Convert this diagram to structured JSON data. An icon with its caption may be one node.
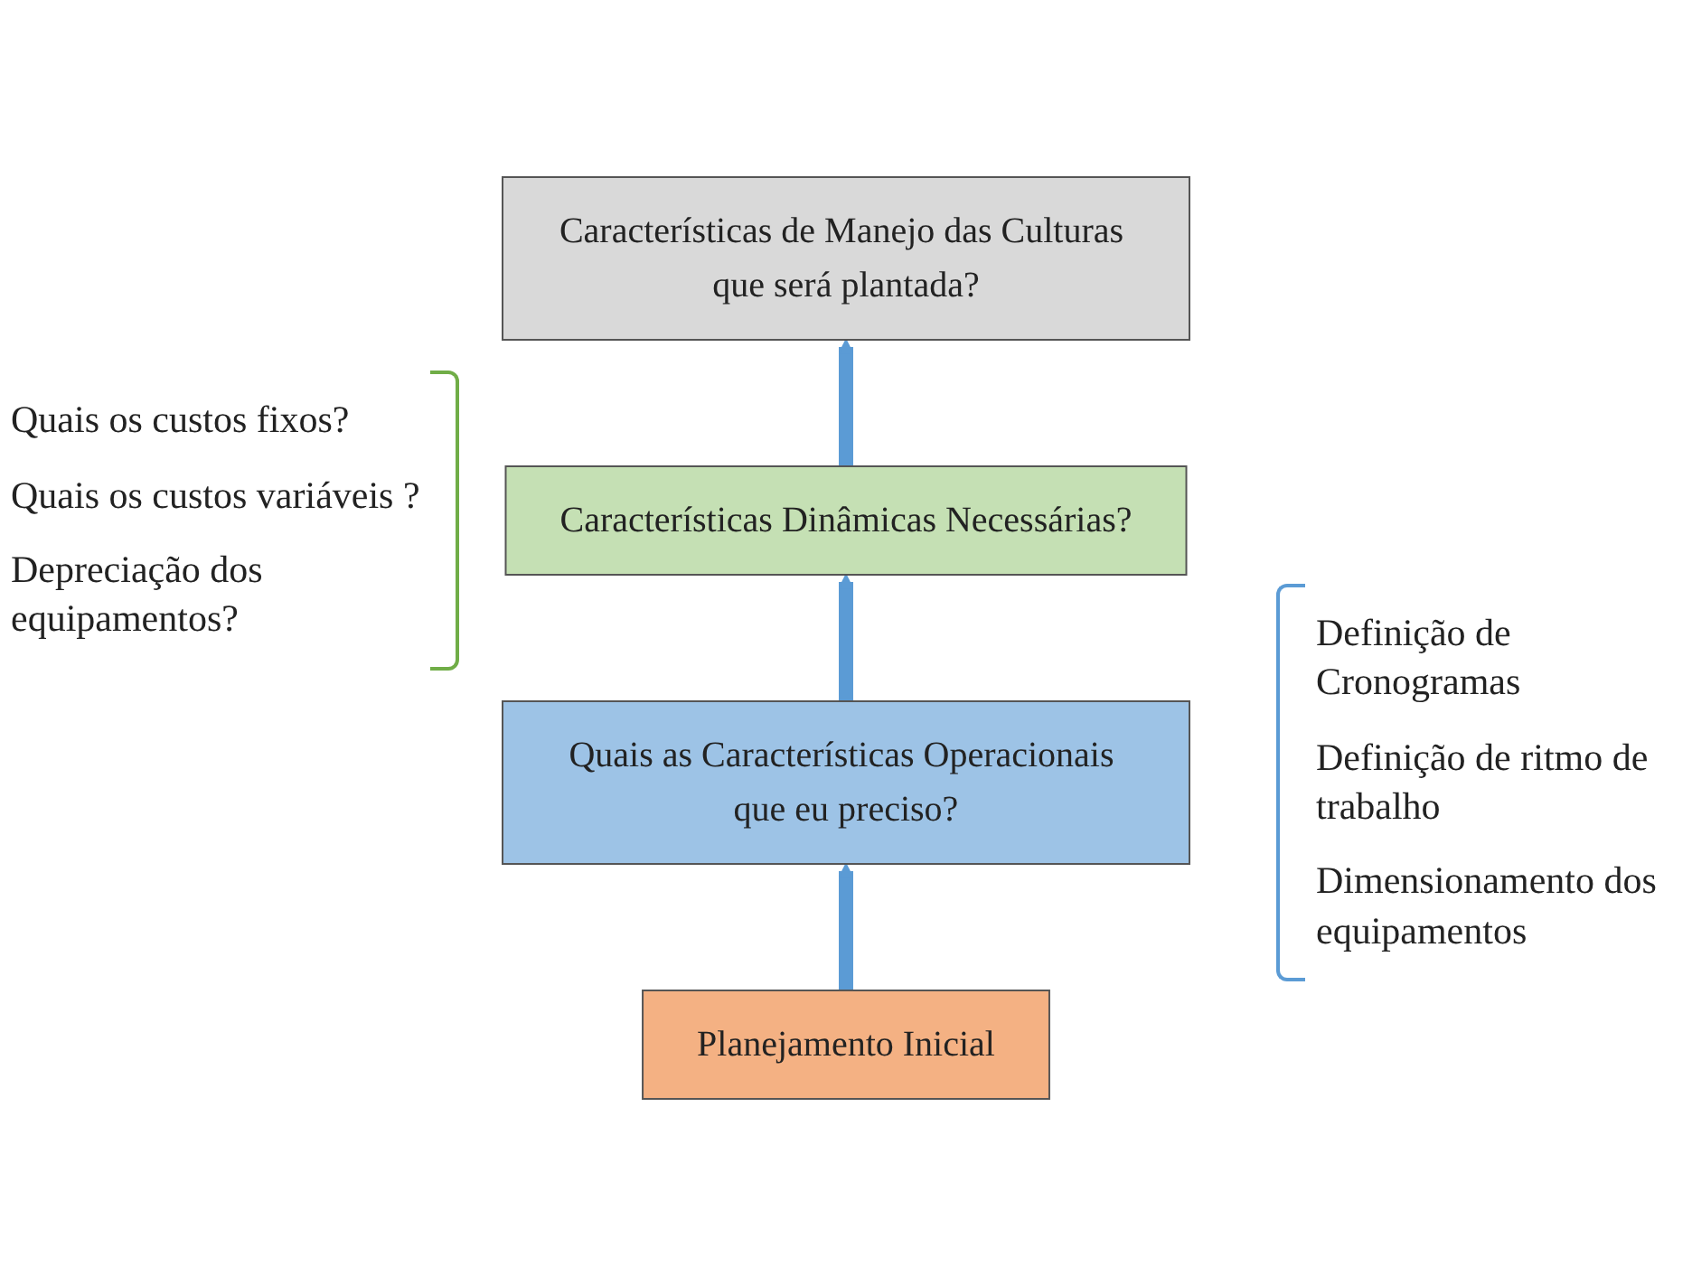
{
  "diagram": {
    "nodes": [
      {
        "text": [
          "Características de Manejo das Culturas que será plantada?"
        ]
      },
      {
        "text": [
          "Características Dinâmicas Necessárias?"
        ],
        "beside": [
          "Quais os custos fixos?",
          "Quais os custos variáveis ?",
          "Depreciação dos equipamentos?"
        ]
      },
      {
        "text": [
          "Quais as Características Operacionais que eu preciso?"
        ],
        "beside": [
          "Definição de Cronogramas",
          "Definição de ritmo de trabalho",
          "Dimensionamento dos equipamentos"
        ]
      },
      {
        "text": [
          "Planejamento Inicial"
        ]
      }
    ],
    "edges": [
      {
        "from": 3,
        "to": 2,
        "arrow": "to"
      },
      {
        "from": 2,
        "to": 1,
        "arrow": "to"
      },
      {
        "from": 1,
        "to": 0,
        "arrow": "to"
      }
    ]
  }
}
